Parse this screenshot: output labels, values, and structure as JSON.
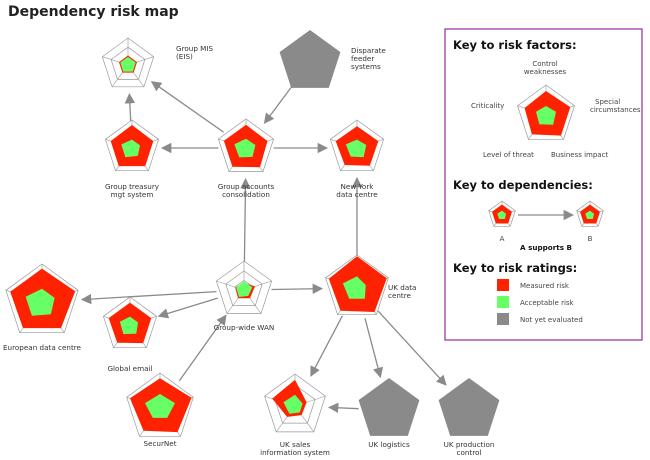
{
  "title": "Dependency risk map",
  "colors": {
    "measured": "#ff2200",
    "acceptable": "#66ff66",
    "not_evaluated": "#8a8a8a",
    "grid": "#999999",
    "edge": "#8a8a8a",
    "key_border": "#9b3b9b"
  },
  "nodes": [
    {
      "id": "group-mis",
      "label": [
        "Group MIS",
        "(EIS)"
      ]
    },
    {
      "id": "disparate-feeder",
      "label": [
        "Disparate",
        "feeder",
        "systems"
      ]
    },
    {
      "id": "group-treasury",
      "label": [
        "Group treasury",
        "mgt system"
      ]
    },
    {
      "id": "group-accounts",
      "label": [
        "Group accounts",
        "consolidation"
      ]
    },
    {
      "id": "new-york",
      "label": [
        "New York",
        "data centre"
      ]
    },
    {
      "id": "european-dc",
      "label": [
        "European data centre"
      ]
    },
    {
      "id": "global-email",
      "label": [
        "Global email"
      ]
    },
    {
      "id": "group-wan",
      "label": [
        "Group-wide WAN"
      ]
    },
    {
      "id": "uk-dc",
      "label": [
        "UK data",
        "centre"
      ]
    },
    {
      "id": "securnet",
      "label": [
        "SecurNet"
      ]
    },
    {
      "id": "uk-sales",
      "label": [
        "UK sales",
        "information system"
      ]
    },
    {
      "id": "uk-logistics",
      "label": [
        "UK logistics"
      ]
    },
    {
      "id": "uk-production",
      "label": [
        "UK production",
        "control"
      ]
    }
  ],
  "key": {
    "factors_title": "Key to risk factors:",
    "factors": [
      "Control weaknesses",
      "Special circumstances",
      "Business impact",
      "Level of threat",
      "Criticality"
    ],
    "dependencies_title": "Key to dependencies:",
    "dep_a": "A",
    "dep_b": "B",
    "dep_caption": "A supports B",
    "ratings_title": "Key to risk ratings:",
    "ratings": [
      "Measured risk",
      "Acceptable risk",
      "Not yet evaluated"
    ]
  }
}
